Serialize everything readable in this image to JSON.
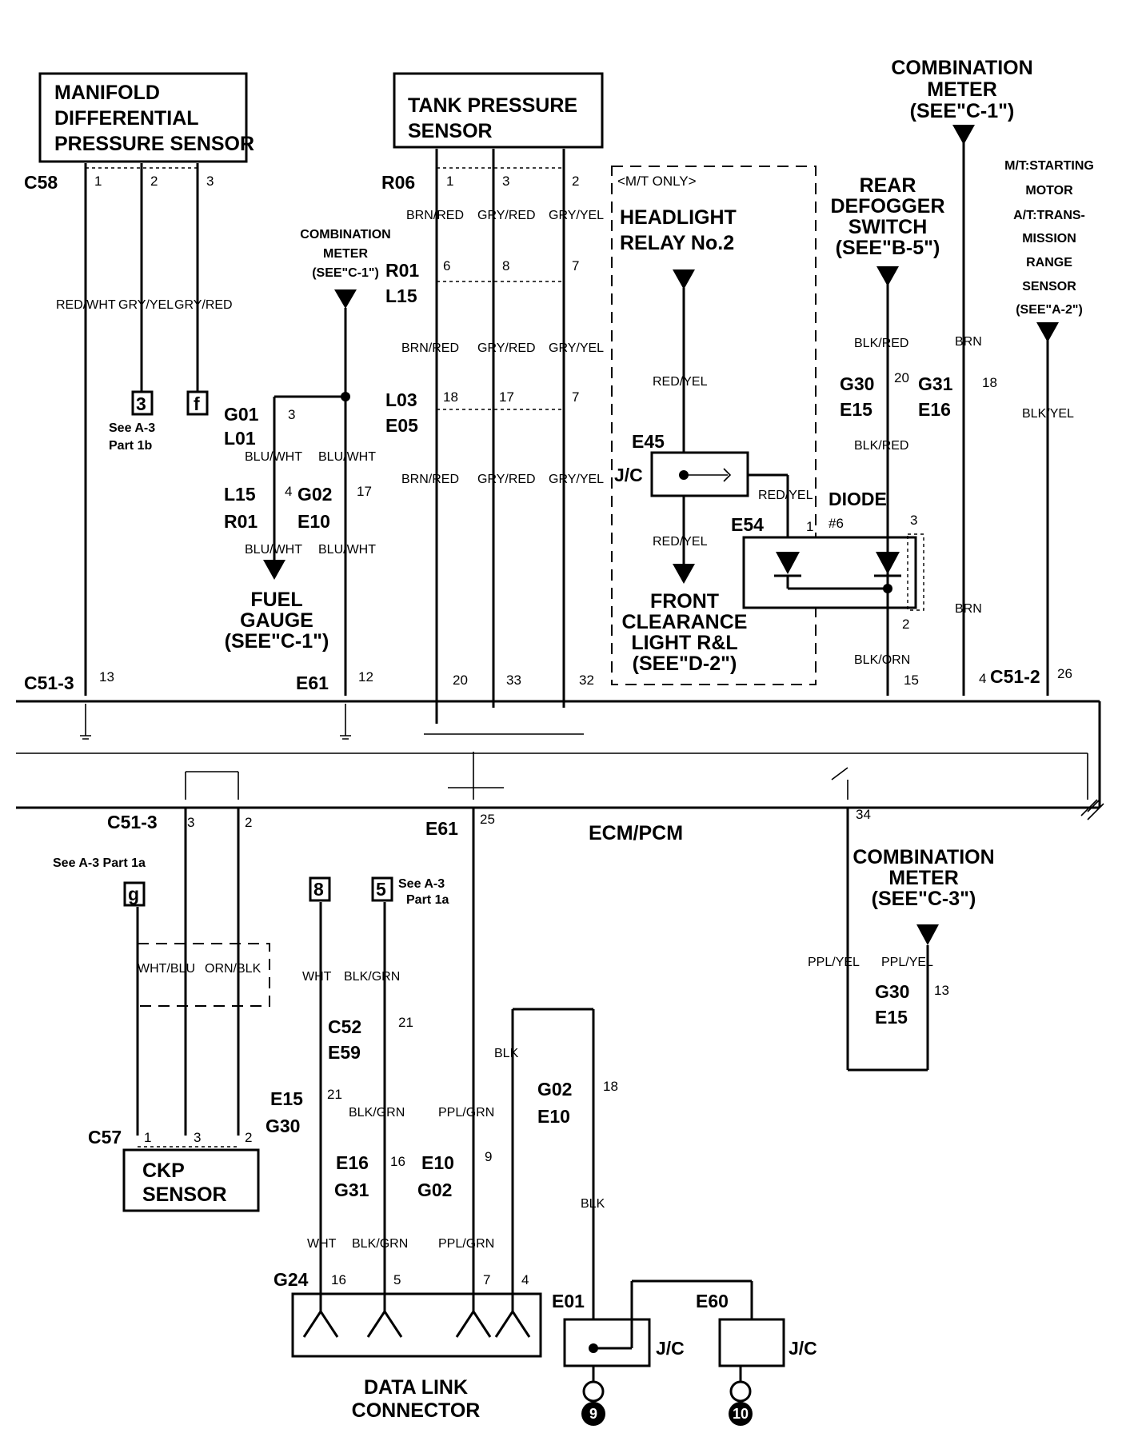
{
  "components": {
    "manifold_sensor": [
      "MANIFOLD",
      "DIFFERENTIAL",
      "PRESSURE SENSOR"
    ],
    "tank_sensor": [
      "TANK PRESSURE",
      "SENSOR"
    ],
    "mt_only": "<M/T ONLY>",
    "headlight_relay": [
      "HEADLIGHT",
      "RELAY No.2"
    ],
    "rear_defogger": [
      "REAR",
      "DEFOGGER",
      "SWITCH",
      "(SEE\"B-5\")"
    ],
    "combo_meter_c1_top": [
      "COMBINATION",
      "METER",
      "(SEE\"C-1\")"
    ],
    "starting_motor": [
      "M/T:STARTING",
      "MOTOR",
      "A/T:TRANS-",
      "MISSION",
      "RANGE",
      "SENSOR",
      "(SEE\"A-2\")"
    ],
    "combo_meter_c1_mid": [
      "COMBINATION",
      "METER",
      "(SEE\"C-1\")"
    ],
    "fuel_gauge": [
      "FUEL",
      "GAUGE",
      "(SEE\"C-1\")"
    ],
    "front_clearance": [
      "FRONT",
      "CLEARANCE",
      "LIGHT R&L",
      "(SEE\"D-2\")"
    ],
    "diode": [
      "DIODE",
      "#6"
    ],
    "ecm": "ECM/PCM",
    "combo_meter_c3": [
      "COMBINATION",
      "METER",
      "(SEE\"C-3\")"
    ],
    "ckp_sensor": [
      "CKP",
      "SENSOR"
    ],
    "dlc": [
      "DATA LINK",
      "CONNECTOR"
    ],
    "jc": "J/C"
  },
  "refs": {
    "box3": "3",
    "boxf": "f",
    "see_a3_1b": [
      "See A-3",
      "Part 1b"
    ],
    "boxg": "g",
    "see_a3_1a_left": "See A-3 Part 1a",
    "box8": "8",
    "box5": "5",
    "see_a3_1a_right": [
      "See A-3",
      "Part 1a"
    ],
    "ground9": "9",
    "ground10": "10"
  },
  "connectors": {
    "C58": "C58",
    "R06": "R06",
    "R01": "R01",
    "L15": "L15",
    "L03": "L03",
    "E05": "E05",
    "G01": "G01",
    "L01": "L01",
    "L15b": "L15",
    "R01b": "R01",
    "G02": "G02",
    "E10": "E10",
    "E45": "E45",
    "E54": "E54",
    "G30": "G30",
    "E15": "E15",
    "G31": "G31",
    "E16": "E16",
    "C51_3": "C51-3",
    "E61": "E61",
    "C51_2": "C51-2",
    "C51_3b": "C51-3",
    "E61b": "E61",
    "C52": "C52",
    "E59": "E59",
    "E15b": "E15",
    "G30b": "G30",
    "E16b": "E16",
    "G31b": "G31",
    "E10b": "E10",
    "G02b": "G02",
    "G02c": "G02",
    "E10c": "E10",
    "G30c": "G30",
    "E15c": "E15",
    "C57": "C57",
    "G24": "G24",
    "E01": "E01",
    "E60": "E60"
  },
  "pins": {
    "c58_1": "1",
    "c58_2": "2",
    "c58_3": "3",
    "r06_1": "1",
    "r06_3": "3",
    "r06_2": "2",
    "r01_6": "6",
    "r01_8": "8",
    "r01_7": "7",
    "l03_18": "18",
    "l03_17": "17",
    "l03_7": "7",
    "g01_3": "3",
    "l15_4": "4",
    "g02_17": "17",
    "g30_20": "20",
    "g31_18": "18",
    "e54_1": "1",
    "e54_3": "3",
    "e54_2": "2",
    "c51_13": "13",
    "e61_12": "12",
    "e61_20": "20",
    "e61_33": "33",
    "e61_32": "32",
    "e61_15": "15",
    "c512_4": "4",
    "c512_26": "26",
    "c513_3": "3",
    "c513_2": "2",
    "e61_25": "25",
    "ecm_34": "34",
    "c52_21": "21",
    "e15_21": "21",
    "e16_16": "16",
    "e10_9": "9",
    "g02_18": "18",
    "g30_13": "13",
    "c57_1": "1",
    "c57_3": "3",
    "c57_2": "2",
    "g24_16": "16",
    "g24_5": "5",
    "g24_7": "7",
    "g24_4": "4"
  },
  "wires": {
    "red_wht": "RED/WHT",
    "gry_yel": "GRY/YEL",
    "gry_red": "GRY/RED",
    "brn_red_1": "BRN/RED",
    "gry_red_1": "GRY/RED",
    "gry_yel_1": "GRY/YEL",
    "brn_red_2": "BRN/RED",
    "gry_red_2": "GRY/RED",
    "gry_yel_2": "GRY/YEL",
    "brn_red_3": "BRN/RED",
    "gry_red_3": "GRY/RED",
    "gry_yel_3": "GRY/YEL",
    "blu_wht_1": "BLU/WHT",
    "blu_wht_2": "BLU/WHT",
    "blu_wht_3": "BLU/WHT",
    "blu_wht_4": "BLU/WHT",
    "red_yel_1": "RED/YEL",
    "red_yel_2": "RED/YEL",
    "red_yel_3": "RED/YEL",
    "blk_red_1": "BLK/RED",
    "blk_red_2": "BLK/RED",
    "blk_orn": "BLK/ORN",
    "brn_1": "BRN",
    "brn_2": "BRN",
    "blk_yel": "BLK/YEL",
    "wht_blu": "WHT/BLU",
    "orn_blk": "ORN/BLK",
    "wht_1": "WHT",
    "blk_grn_1": "BLK/GRN",
    "blk_grn_2": "BLK/GRN",
    "blk_grn_3": "BLK/GRN",
    "ppl_grn_1": "PPL/GRN",
    "ppl_grn_2": "PPL/GRN",
    "wht_2": "WHT",
    "blk_1": "BLK",
    "blk_2": "BLK",
    "ppl_yel_1": "PPL/YEL",
    "ppl_yel_2": "PPL/YEL"
  }
}
